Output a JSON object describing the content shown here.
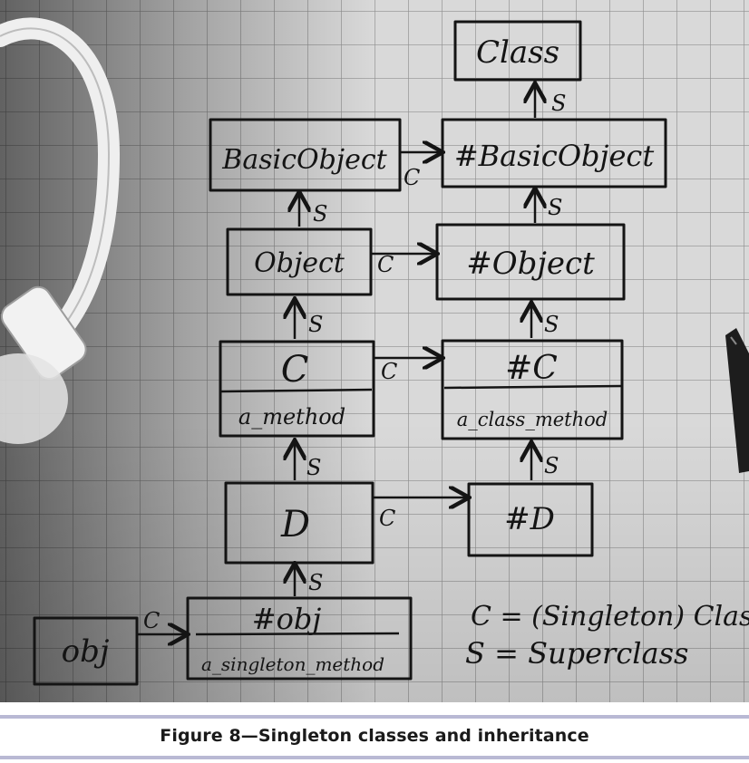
{
  "diagram": {
    "nodes": {
      "class": "Class",
      "sc_basic_object": "#BasicObject",
      "basic_object": "BasicObject",
      "object": "Object",
      "sc_object": "#Object",
      "c_name": "C",
      "c_method": "a_method",
      "sc_c_name": "#C",
      "sc_c_method": "a_class_method",
      "d_name": "D",
      "sc_d": "#D",
      "sc_obj_name": "#obj",
      "sc_obj_method": "a_singleton_method",
      "obj": "obj"
    },
    "edge_labels": {
      "superclass": "S",
      "singleton_class": "C"
    },
    "legend": {
      "line1": "C = (Singleton) Class",
      "line2": "S = Superclass"
    }
  },
  "caption": "Figure 8—Singleton classes and inheritance",
  "colors": {
    "paper": "#d8d8d8",
    "grid": "#9a9a9a",
    "ink": "#141414",
    "caption_rule": "#b9b9d4"
  },
  "decorations": [
    "earphone-cable",
    "pen"
  ]
}
